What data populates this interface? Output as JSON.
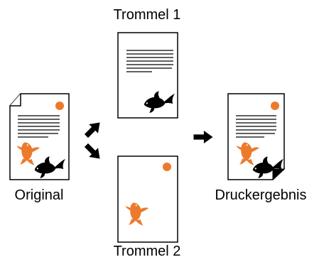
{
  "diagram": {
    "labels": {
      "drum1": "Trommel 1",
      "drum2": "Trommel 2",
      "original": "Original",
      "result": "Druckergebnis"
    },
    "colors": {
      "line": "#000000",
      "accent": "#ec7a2c",
      "paper": "#ffffff"
    },
    "icons": {
      "black_fish": "black-fish-icon",
      "orange_fish": "orange-fish-icon",
      "orange_dot": "orange-dot-icon",
      "arrow": "arrow-icon"
    }
  }
}
